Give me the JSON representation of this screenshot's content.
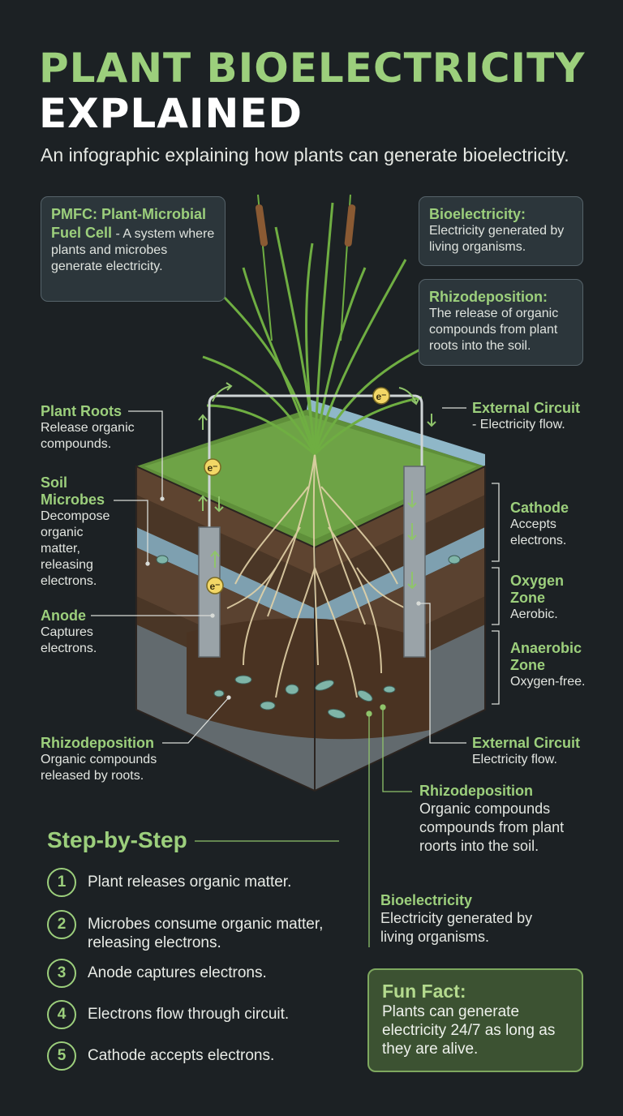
{
  "header": {
    "title_line1": "PLANT BIOELECTRICITY",
    "title_line2": "EXPLAINED",
    "subtitle": "An infographic explaining how plants can generate bioelectricity."
  },
  "boxes": {
    "pmfc": {
      "title": "PMFC: Plant-Microbial Fuel Cell",
      "text": "- A system where plants and microbes generate electricity."
    },
    "bioelectricity": {
      "title": "Bioelectricity:",
      "text": "Electricity generated by living organisms."
    },
    "rhizodeposition": {
      "title": "Rhizodeposition:",
      "text": "The release of organic compounds from plant roots into the soil."
    }
  },
  "labels": {
    "plant_roots": {
      "title": "Plant Roots",
      "text": "Release organic compounds."
    },
    "soil_microbes": {
      "title": "Soil Microbes",
      "text": "Decompose organic matter, releasing electrons."
    },
    "anode": {
      "title": "Anode",
      "text": "Captures electrons."
    },
    "rhizo_left": {
      "title": "Rhizodeposition",
      "text": "Organic compounds released by roots."
    },
    "external_top": {
      "title": "External Circuit",
      "text": "- Electricity flow."
    },
    "cathode": {
      "title": "Cathode",
      "text": "Accepts electrons."
    },
    "oxygen_zone": {
      "title": "Oxygen Zone",
      "text": "Aerobic."
    },
    "anaerobic_zone": {
      "title": "Anaerobic Zone",
      "text": "Oxygen-free."
    },
    "external_bottom": {
      "title": "External Circuit",
      "text": "Electricity flow."
    },
    "rhizo_right": {
      "title": "Rhizodeposition",
      "text": "Organic compounds compounds from plant roorts into the soil."
    },
    "bio_bottom": {
      "title": "Bioelectricity",
      "text": "Electricity generated by living organisms."
    }
  },
  "electron_symbol": "e⁻",
  "steps": {
    "title": "Step-by-Step",
    "items": [
      {
        "num": "1",
        "text": "Plant releases organic matter."
      },
      {
        "num": "2",
        "text": "Microbes consume organic matter, releasing electrons."
      },
      {
        "num": "3",
        "text": "Anode captures electrons."
      },
      {
        "num": "4",
        "text": "Electrons flow through circuit."
      },
      {
        "num": "5",
        "text": "Cathode accepts electrons."
      }
    ]
  },
  "fun_fact": {
    "title": "Fun Fact:",
    "text": "Plants can generate electricity 24/7 as long as they are alive."
  },
  "colors": {
    "accent_green": "#9ccf7c",
    "background": "#1c2124",
    "box_fill": "#2c363b"
  }
}
